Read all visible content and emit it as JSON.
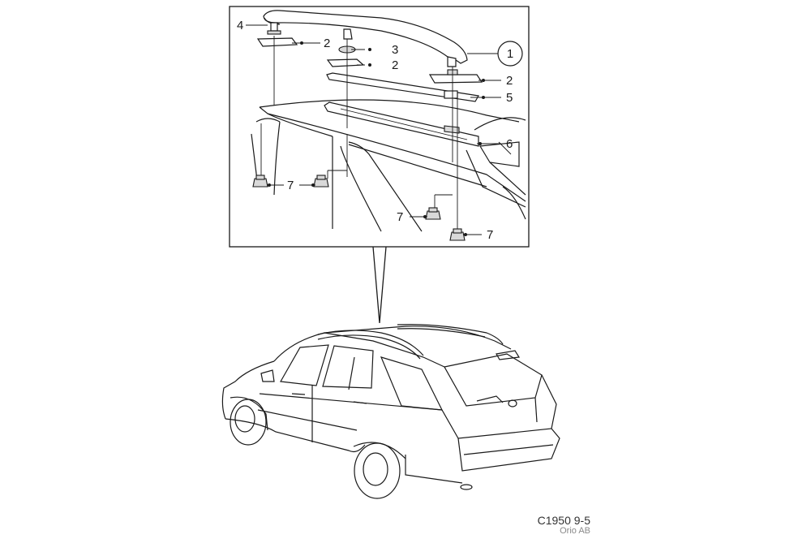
{
  "callouts": {
    "c1": "1",
    "c2a": "2",
    "c2b": "2",
    "c2c": "2",
    "c3": "3",
    "c4": "4",
    "c5": "5",
    "c6": "6",
    "c7a": "7",
    "c7b": "7",
    "c7c": "7"
  },
  "footer": {
    "code": "C1950 9-5",
    "maker": "Orio AB"
  }
}
